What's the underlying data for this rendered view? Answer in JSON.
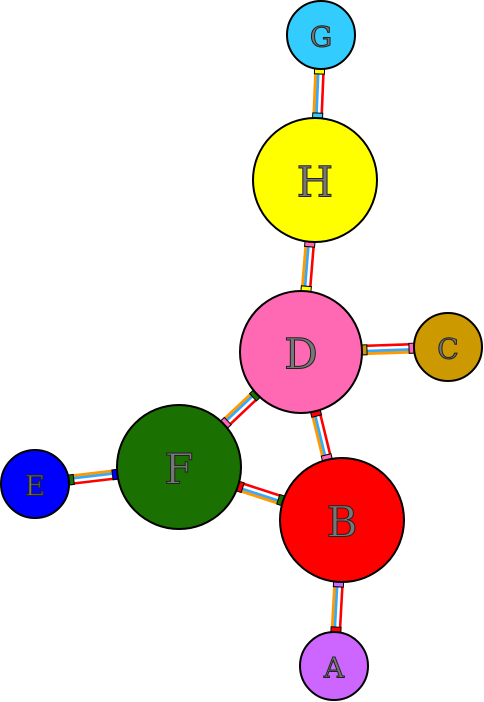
{
  "nodes": [
    {
      "id": "G",
      "label": "G",
      "color": "#33ccff"
    },
    {
      "id": "H",
      "label": "H",
      "color": "#ffff00"
    },
    {
      "id": "D",
      "label": "D",
      "color": "#ff69b4"
    },
    {
      "id": "C",
      "label": "C",
      "color": "#cc9900"
    },
    {
      "id": "F",
      "label": "F",
      "color": "#1a7000"
    },
    {
      "id": "E",
      "label": "E",
      "color": "#0000ff"
    },
    {
      "id": "B",
      "label": "B",
      "color": "#ff0000"
    },
    {
      "id": "A",
      "label": "A",
      "color": "#cc66ff"
    }
  ],
  "edges": [
    {
      "from": "G",
      "to": "H"
    },
    {
      "from": "H",
      "to": "D"
    },
    {
      "from": "D",
      "to": "C"
    },
    {
      "from": "D",
      "to": "F"
    },
    {
      "from": "D",
      "to": "B"
    },
    {
      "from": "F",
      "to": "E"
    },
    {
      "from": "F",
      "to": "B"
    },
    {
      "from": "B",
      "to": "A"
    }
  ],
  "edge_colors": [
    "#ff0000",
    "#ffffff",
    "#33aaff",
    "#ff9900"
  ]
}
